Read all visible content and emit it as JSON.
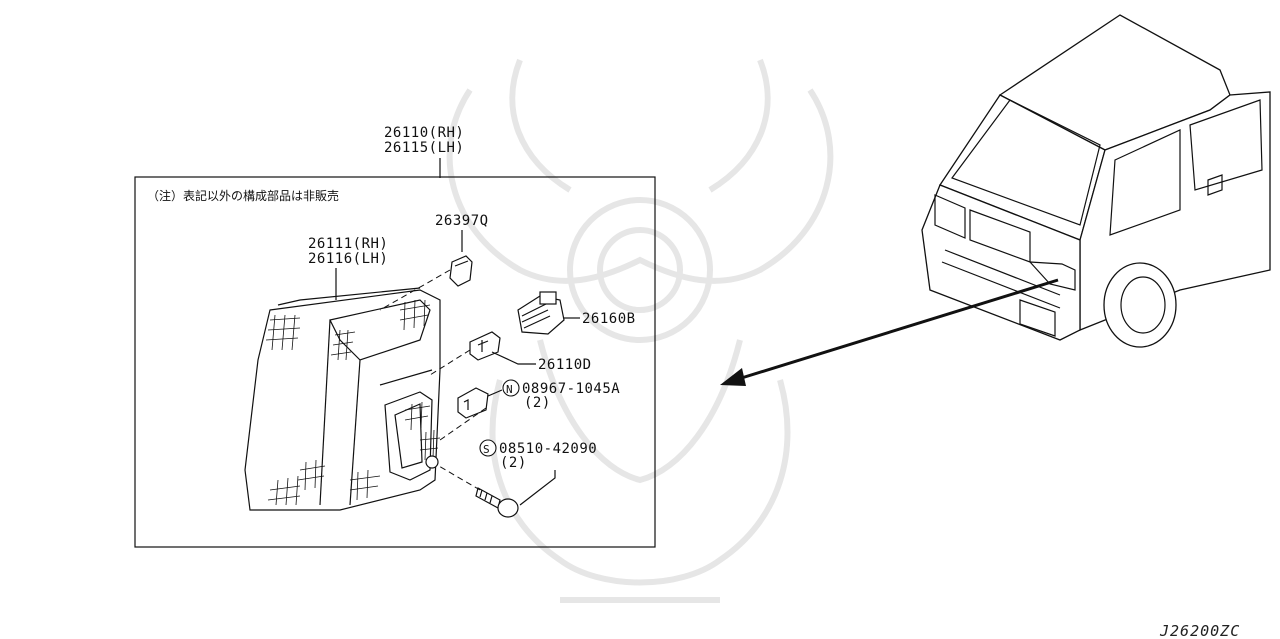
{
  "diagram": {
    "assembly_numbers": {
      "rh": "26110(RH)",
      "lh": "26115(LH)"
    },
    "note": "（注）表記以外の構成部品は非販売",
    "labels": {
      "lens_rh": "26111(RH)",
      "lens_lh": "26116(LH)",
      "clip": "26397Q",
      "socket": "26160B",
      "bulb": "26110D",
      "nut_part": "08967-1045A",
      "nut_qty": "(2)",
      "nut_marker": "N",
      "screw_part": "08510-42090",
      "screw_qty": "(2)",
      "screw_marker": "S"
    },
    "figure_code": "J26200ZC"
  }
}
